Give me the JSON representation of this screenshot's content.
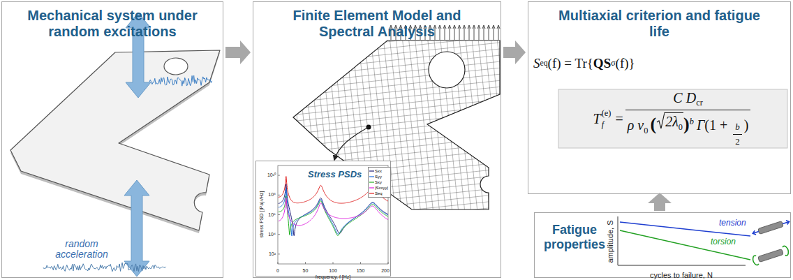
{
  "diagram": {
    "nodes": [
      {
        "text": [
          "Mechanical system under random excitations"
        ]
      },
      {
        "text": [
          "Finite Element Model and Spectral Analysis"
        ]
      },
      {
        "text": [
          "Stress PSDs"
        ],
        "in": 1
      },
      {
        "text": [
          "Multiaxial criterion and fatigue life"
        ]
      },
      {
        "text": [
          "Fatigue properties"
        ]
      }
    ],
    "edges": [
      {
        "from": 0,
        "to": 1,
        "arrow": "to"
      },
      {
        "from": 1,
        "to": 3,
        "arrow": "to"
      },
      {
        "from": 4,
        "to": 3,
        "arrow": "to"
      }
    ],
    "labels": [
      "random acceleration",
      "10¹⁰",
      "10⁸",
      "10⁶",
      "10⁴",
      "10²",
      "0",
      "50",
      "100",
      "150",
      "200",
      "frequency, f [Hz]",
      "stress PSD [(Pa)²/Hz]",
      "S",
      "eq",
      "(f) = Tr{",
      "QS",
      "σ",
      "(f)}",
      "T",
      "(e)",
      "f",
      "=",
      "C D",
      "cr",
      "ρ ν",
      "0",
      "(",
      "2λ",
      "0",
      ")",
      "b",
      "Γ",
      "(1 + ",
      "b",
      "2",
      ")",
      "amplitude, S",
      "cycles to failure, N",
      "tension",
      "torsion"
    ],
    "legend": [
      {
        "text": "Sxx"
      },
      {
        "text": "Syy"
      },
      {
        "text": "Sxy"
      },
      {
        "text": "|Sxxyy|"
      },
      {
        "text": "Seq"
      }
    ]
  }
}
